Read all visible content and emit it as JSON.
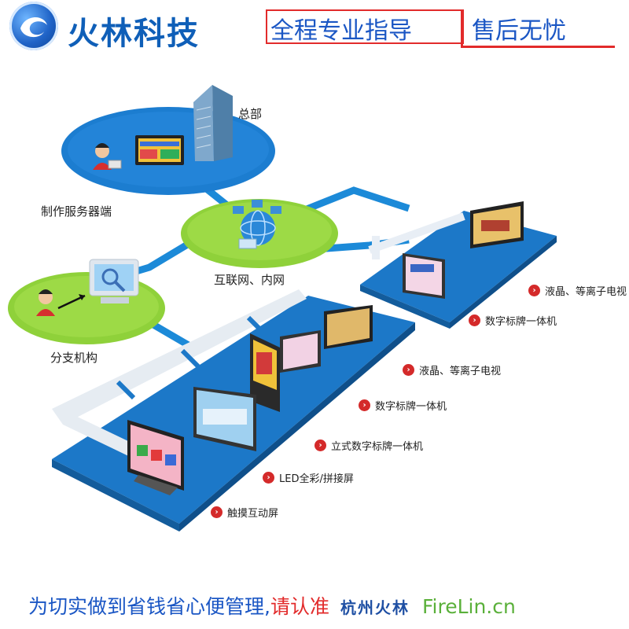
{
  "header": {
    "brand": "火林科技",
    "slogan_left": "全程专业指导",
    "slogan_right": "售后无忧",
    "accent_blue": "#1a56c4",
    "accent_red": "#e22b2b"
  },
  "nodes": {
    "headquarters": "总部",
    "server": "制作服务器端",
    "network": "互联网、内网",
    "branch": "分支机构"
  },
  "terminals_top": [
    "液晶、等离子电视",
    "数字标牌一体机"
  ],
  "terminals_bottom": [
    "液晶、等离子电视",
    "数字标牌一体机",
    "立式数字标牌一体机",
    "LED全彩/拼接屏",
    "触摸互动屏"
  ],
  "footer": {
    "text_blue": "为切实做到省钱省心便管理,",
    "text_red": "请认准",
    "company": "杭州火林",
    "site": "FireLin.cn"
  },
  "colors": {
    "platform": "#1c78c8",
    "ellipse_blue": "#1c7dd0",
    "ellipse_green": "#8fd13a",
    "cable": "#1c8ad8"
  }
}
